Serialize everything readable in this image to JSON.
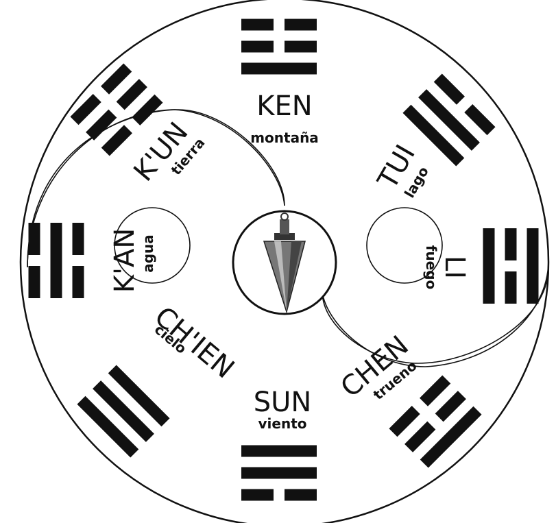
{
  "colors": {
    "ink": "#111111",
    "paper": "#ffffff"
  },
  "center": {
    "icon": "pendulum-icon"
  },
  "trigrams": [
    {
      "id": "ken",
      "name": "KEN",
      "meaning": "montaña",
      "lines": [
        "broken",
        "broken",
        "solid"
      ]
    },
    {
      "id": "tui",
      "name": "TUI",
      "meaning": "lago",
      "lines": [
        "broken",
        "solid",
        "solid"
      ]
    },
    {
      "id": "li",
      "name": "LI",
      "meaning": "fuego",
      "lines": [
        "solid",
        "broken",
        "solid"
      ]
    },
    {
      "id": "chen",
      "name": "CHEN",
      "meaning": "trueno",
      "lines": [
        "solid",
        "broken",
        "broken"
      ]
    },
    {
      "id": "sun",
      "name": "SUN",
      "meaning": "viento",
      "lines": [
        "broken",
        "solid",
        "solid"
      ]
    },
    {
      "id": "chien",
      "name": "CH'IEN",
      "meaning": "cielo",
      "lines": [
        "solid",
        "solid",
        "solid"
      ]
    },
    {
      "id": "kan",
      "name": "K'AN",
      "meaning": "agua",
      "lines": [
        "broken",
        "solid",
        "broken"
      ]
    },
    {
      "id": "kun",
      "name": "K'UN",
      "meaning": "tierra",
      "lines": [
        "broken",
        "broken",
        "broken"
      ]
    }
  ]
}
